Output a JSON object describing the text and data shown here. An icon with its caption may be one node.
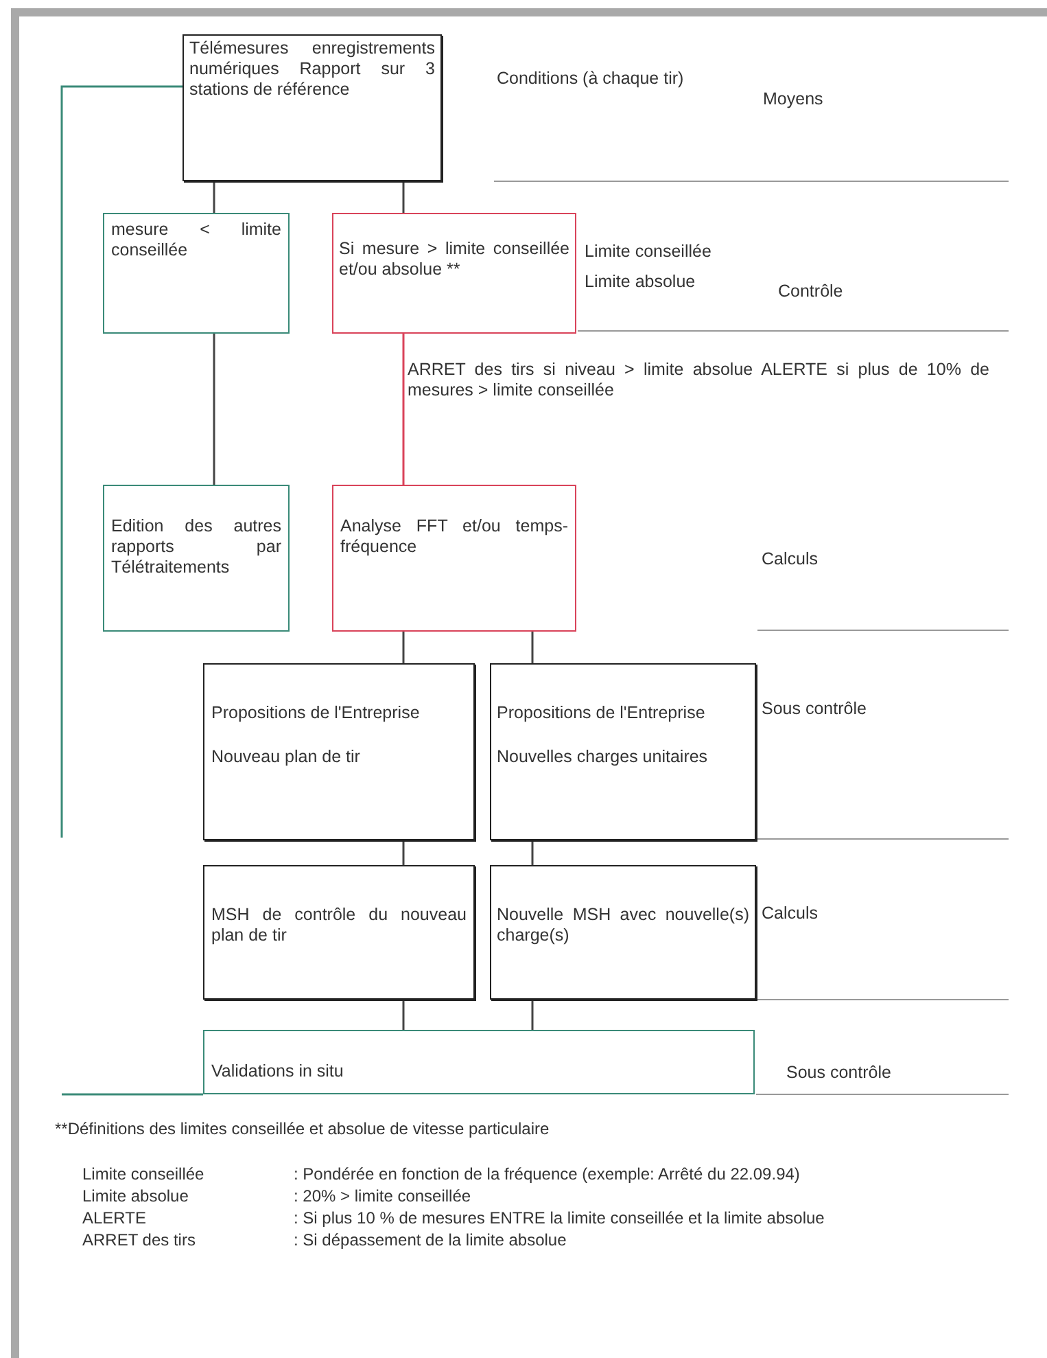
{
  "diagram": {
    "nodes": [
      {
        "text": [
          "Télémesures enregistrements numériques Rapport sur 3 stations de référence"
        ]
      },
      {
        "text": [
          "mesure < limite conseillée"
        ]
      },
      {
        "text": [
          "Si mesure > limite conseillée et/ou absolue **"
        ]
      },
      {
        "text": [
          "Edition des autres rapports par Télétraitements"
        ]
      },
      {
        "text": [
          "Analyse FFT et/ou temps-fréquence"
        ]
      },
      {
        "text": [
          "Propositions de l'Entreprise",
          "Nouveau plan de tir"
        ]
      },
      {
        "text": [
          "Propositions de l'Entreprise",
          "Nouvelles charges unitaires"
        ]
      },
      {
        "text": [
          "MSH de contrôle du nouveau plan de tir"
        ]
      },
      {
        "text": [
          "Nouvelle MSH avec nouvelle(s) charge(s)"
        ]
      },
      {
        "text": [
          "Validations in situ"
        ]
      }
    ],
    "edges": [
      {
        "from": 0,
        "to": 1,
        "arrow": "none"
      },
      {
        "from": 0,
        "to": 2,
        "arrow": "none"
      },
      {
        "from": 1,
        "to": 3,
        "arrow": "none"
      },
      {
        "from": 2,
        "to": 4,
        "arrow": "none",
        "label": "ARRET des tirs si niveau > limite absolue ALERTE si plus de 10% de mesures > limite conseillée",
        "color": "#d9435a"
      },
      {
        "from": 4,
        "to": 5,
        "arrow": "none"
      },
      {
        "from": 4,
        "to": 6,
        "arrow": "none"
      },
      {
        "from": 5,
        "to": 7,
        "arrow": "none"
      },
      {
        "from": 6,
        "to": 8,
        "arrow": "none"
      },
      {
        "from": 7,
        "to": 9,
        "arrow": "none"
      },
      {
        "from": 8,
        "to": 9,
        "arrow": "none"
      },
      {
        "from": 0,
        "to": null,
        "arrow": "none",
        "color": "#3a8a78"
      },
      {
        "from": null,
        "to": 9,
        "arrow": "none",
        "color": "#3a8a78"
      }
    ],
    "labels": [
      "Conditions (à chaque tir)",
      "Moyens",
      "Limite conseillée",
      "Limite absolue",
      "Contrôle",
      "Calculs",
      "Sous contrôle",
      "Calculs",
      "Sous contrôle",
      "**Définitions des limites conseillée et absolue de vitesse particulaire",
      "Limite conseillée",
      ": Pondérée en fonction de la fréquence (exemple: Arrêté du 22.09.94)",
      "Limite absolue",
      ": 20% > limite conseillée",
      "ALERTE",
      ": Si plus 10 % de mesures ENTRE la limite conseillée et la limite absolue",
      "ARRET des tirs",
      ": Si dépassement de la limite absolue"
    ]
  }
}
